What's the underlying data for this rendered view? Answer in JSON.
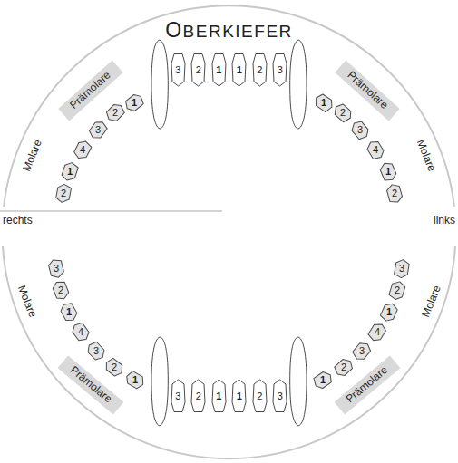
{
  "diagram": {
    "title": "OBERKIEFER",
    "nodes": [
      {
        "text": [
          "Prämolare"
        ]
      },
      {
        "text": [
          "Prämolare"
        ]
      },
      {
        "text": [
          "3"
        ]
      },
      {
        "text": [
          "2"
        ]
      },
      {
        "text": [
          "1"
        ]
      },
      {
        "text": [
          "1"
        ]
      },
      {
        "text": [
          "2"
        ]
      },
      {
        "text": [
          "3"
        ]
      },
      {
        "text": [
          "1"
        ]
      },
      {
        "text": [
          "2"
        ]
      },
      {
        "text": [
          "3"
        ]
      },
      {
        "text": [
          "4"
        ]
      },
      {
        "text": [
          "1"
        ]
      },
      {
        "text": [
          "2"
        ]
      },
      {
        "text": [
          "1"
        ]
      },
      {
        "text": [
          "2"
        ]
      },
      {
        "text": [
          "3"
        ]
      },
      {
        "text": [
          "4"
        ]
      },
      {
        "text": [
          "1"
        ]
      },
      {
        "text": [
          "2"
        ]
      },
      {
        "text": [
          "3"
        ]
      },
      {
        "text": [
          "2"
        ]
      },
      {
        "text": [
          "1"
        ]
      },
      {
        "text": [
          "4"
        ]
      },
      {
        "text": [
          "3"
        ]
      },
      {
        "text": [
          "2"
        ]
      },
      {
        "text": [
          "1"
        ]
      },
      {
        "text": [
          "3"
        ]
      },
      {
        "text": [
          "2"
        ]
      },
      {
        "text": [
          "1"
        ]
      },
      {
        "text": [
          "4"
        ]
      },
      {
        "text": [
          "3"
        ]
      },
      {
        "text": [
          "2"
        ]
      },
      {
        "text": [
          "1"
        ]
      },
      {
        "text": [
          "3"
        ]
      },
      {
        "text": [
          "2"
        ]
      },
      {
        "text": [
          "1"
        ]
      },
      {
        "text": [
          "1"
        ]
      },
      {
        "text": [
          "2"
        ]
      },
      {
        "text": [
          "3"
        ]
      },
      {
        "text": [
          "Prämolare"
        ]
      },
      {
        "text": [
          "Prämolare"
        ]
      }
    ],
    "labels": [
      "Molare",
      "Molare",
      "rechts",
      "links",
      "Molare",
      "Molare"
    ]
  }
}
